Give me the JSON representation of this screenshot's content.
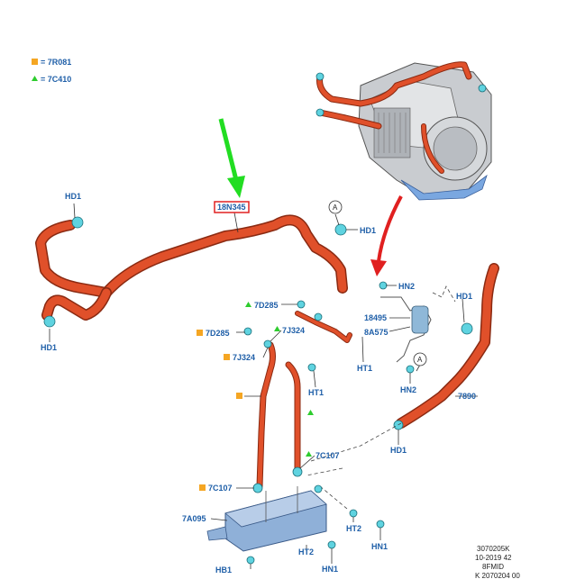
{
  "legend": [
    {
      "marker": "square",
      "color": "#f5a623",
      "text": "= 7R081"
    },
    {
      "marker": "triangle",
      "color": "#2ecc2e",
      "text": "= 7C410"
    }
  ],
  "labels": {
    "hd1_a": "HD1",
    "hd1_b": "HD1",
    "hd1_c": "HD1",
    "hd1_d": "HD1",
    "hd1_e": "HD1",
    "part_18n345": "18N345",
    "circle_a1": "A",
    "circle_a2": "A",
    "hn2_a": "HN2",
    "hn2_b": "HN2",
    "p18495": "18495",
    "p8a575": "8A575",
    "p7d285_a": "7D285",
    "p7d285_b": "7D285",
    "p7j324_a": "7J324",
    "p7j324_b": "7J324",
    "ht1_a": "HT1",
    "ht1_b": "HT1",
    "p7890": "7890",
    "p7c107_a": "7C107",
    "p7c107_b": "7C107",
    "p7a095": "7A095",
    "ht2_a": "HT2",
    "ht2_b": "HT2",
    "hn1_a": "HN1",
    "hn1_b": "HN1",
    "hb1": "HB1"
  },
  "info_block": {
    "line1": "3070205K",
    "line2": "10-2019 42",
    "line3": "8FMID",
    "line4": "K 2070204 00"
  },
  "colors": {
    "hose": "#e0502a",
    "label_blue": "#1f5fa8",
    "highlight_box": "#e02020",
    "arrow_green": "#22dd22",
    "arrow_red": "#e02020",
    "clamp": "#5fd3e0",
    "cooler": "#8fb0d8"
  }
}
